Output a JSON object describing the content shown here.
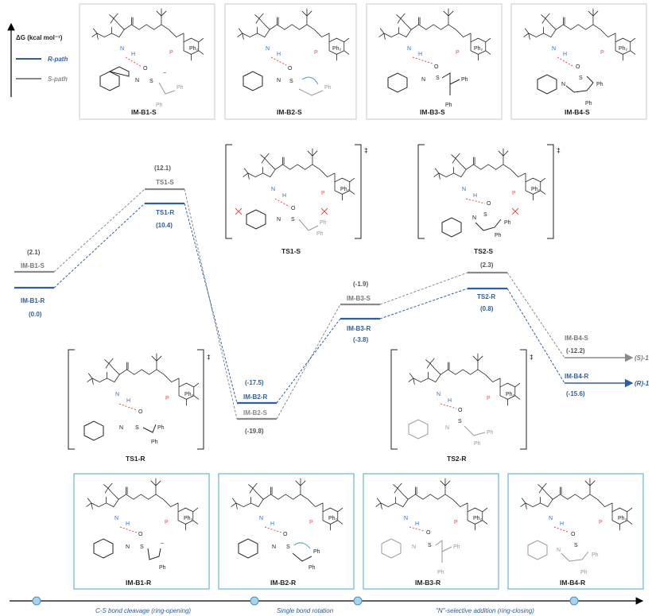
{
  "axis": {
    "ylabel": "ΔG (kcal mol⁻¹)"
  },
  "legend": {
    "r_path": "R-path",
    "s_path": "S-path",
    "r_color": "#2f5f9f",
    "s_color": "#8a8a8a"
  },
  "chart_data": {
    "type": "energy-profile",
    "ylabel": "ΔG (kcal mol⁻¹)",
    "series": [
      {
        "name": "R-path",
        "points": [
          {
            "label": "IM-B1-R",
            "value": 0.0
          },
          {
            "label": "TS1-R",
            "value": 10.4
          },
          {
            "label": "IM-B2-R",
            "value": -17.5
          },
          {
            "label": "IM-B3-R",
            "value": -3.8
          },
          {
            "label": "TS2-R",
            "value": 0.8
          },
          {
            "label": "IM-B4-R",
            "value": -15.6
          }
        ]
      },
      {
        "name": "S-path",
        "points": [
          {
            "label": "IM-B1-S",
            "value": 2.1
          },
          {
            "label": "TS1-S",
            "value": 12.1
          },
          {
            "label": "IM-B2-S",
            "value": -19.8
          },
          {
            "label": "IM-B3-S",
            "value": -1.9
          },
          {
            "label": "TS2-S",
            "value": 2.3
          },
          {
            "label": "IM-B4-S",
            "value": -12.2
          }
        ]
      }
    ]
  },
  "levels": {
    "im_b1_s": {
      "label": "IM-B1-S",
      "value": "(2.1)"
    },
    "im_b1_r": {
      "label": "IM-B1-R",
      "value": "(0.0)"
    },
    "ts1_s": {
      "label": "TS1-S",
      "value": "(12.1)"
    },
    "ts1_r": {
      "label": "TS1-R",
      "value": "(10.4)"
    },
    "im_b2_r": {
      "label": "IM-B2-R",
      "value": "(-17.5)"
    },
    "im_b2_s": {
      "label": "IM-B2-S",
      "value": "(-19.8)"
    },
    "im_b3_s": {
      "label": "IM-B3-S",
      "value": "(-1.9)"
    },
    "im_b3_r": {
      "label": "IM-B3-R",
      "value": "(-3.8)"
    },
    "ts2_s": {
      "label": "TS2-S",
      "value": "(2.3)"
    },
    "ts2_r": {
      "label": "TS2-R",
      "value": "(0.8)"
    },
    "im_b4_s": {
      "label": "IM-B4-S",
      "value": "(-12.2)"
    },
    "im_b4_r": {
      "label": "IM-B4-R",
      "value": "(-15.6)"
    },
    "prod_s": "(S)-1",
    "prod_r": "(R)-1"
  },
  "top_captions": [
    "IM-B1-S",
    "IM-B2-S",
    "IM-B3-S",
    "IM-B4-S"
  ],
  "bottom_captions": [
    "IM-B1-R",
    "IM-B2-R",
    "IM-B3-R",
    "IM-B4-R"
  ],
  "ts_captions": {
    "ts1_s": "TS1-S",
    "ts2_s": "TS2-S",
    "ts1_r": "TS1-R",
    "ts2_r": "TS2-R"
  },
  "stages": [
    "C-S bond cleavage (ring-opening)",
    "Single bond rotation",
    "\"N\"-selective addition (ring-closing)"
  ],
  "dagger": "‡",
  "atoms": {
    "n": "N",
    "h": "H",
    "o": "O",
    "s": "S",
    "p": "P",
    "ph": "Ph",
    "ph2": "Ph₂",
    "minus": "−",
    "plus": "+"
  }
}
